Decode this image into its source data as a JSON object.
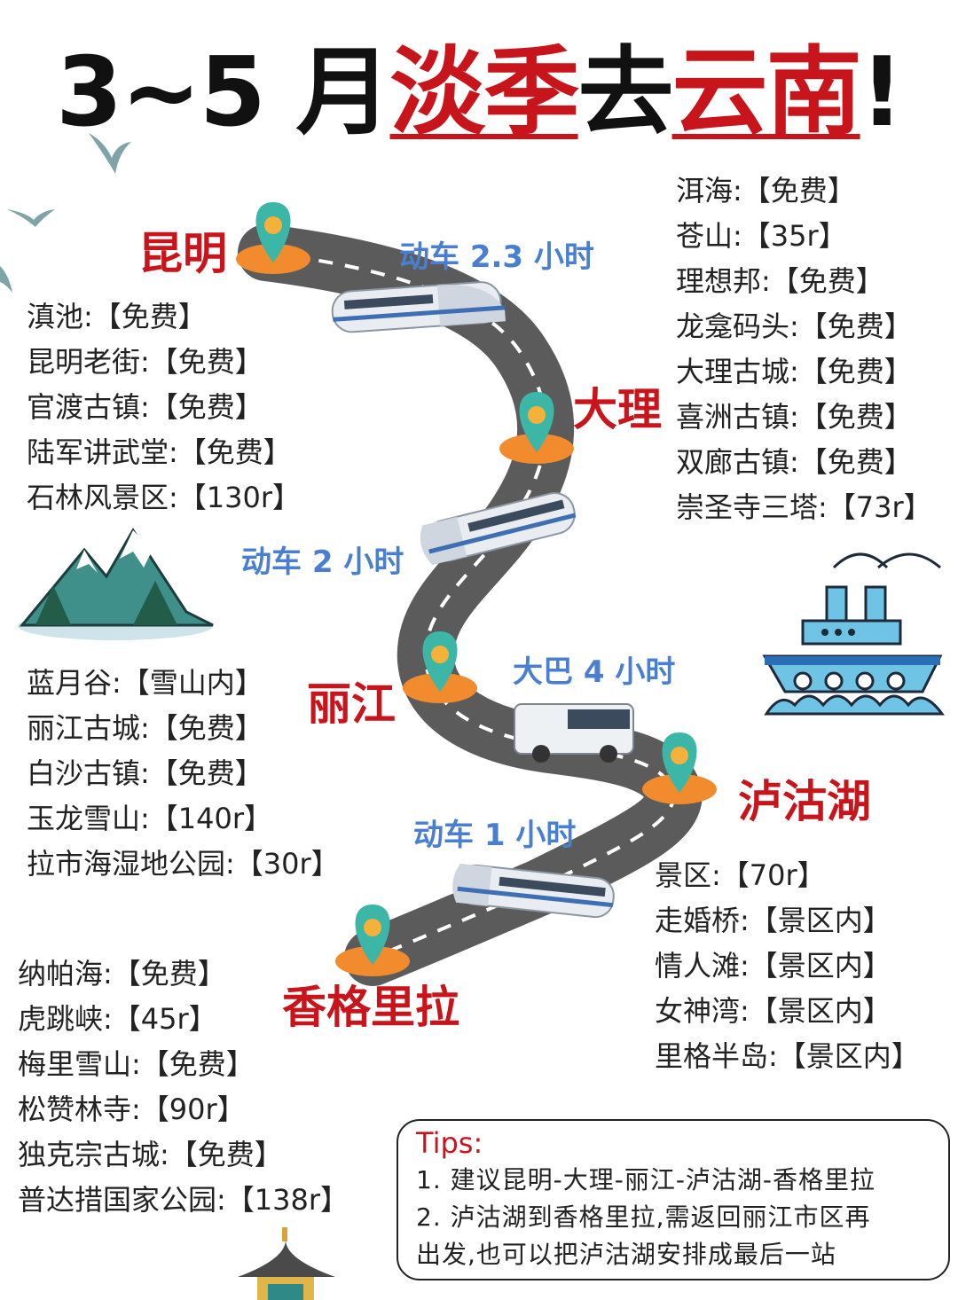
{
  "title": {
    "prefix": "3~5 月",
    "offseason": "淡季",
    "go": "去",
    "yunnan": "云南",
    "suffix": "!"
  },
  "colors": {
    "accent_red": "#c8141b",
    "transport_blue": "#4a7fd0",
    "road": "#5a5a5a",
    "pin_teal": "#3cb6a6",
    "pin_orange": "#f28a2e"
  },
  "cities": {
    "kunming": "昆明",
    "dali": "大理",
    "lijiang": "丽江",
    "lugu": "泸沽湖",
    "shangri": "香格里拉"
  },
  "transports": {
    "km_dali": "动车 2.3 小时",
    "dali_lj": "动车 2 小时",
    "lj_lugu": "大巴 4 小时",
    "lugu_sg": "动车 1 小时"
  },
  "lists": {
    "kunming": [
      "滇池:【免费】",
      "昆明老街:【免费】",
      "官渡古镇:【免费】",
      "陆军讲武堂:【免费】",
      "石林风景区:【130r】"
    ],
    "dali": [
      "洱海:【免费】",
      "苍山:【35r】",
      "理想邦:【免费】",
      "龙龛码头:【免费】",
      "大理古城:【免费】",
      "喜洲古镇:【免费】",
      "双廊古镇:【免费】",
      "崇圣寺三塔:【73r】"
    ],
    "lijiang": [
      "蓝月谷:【雪山内】",
      "丽江古城:【免费】",
      "白沙古镇:【免费】",
      "玉龙雪山:【140r】",
      "拉市海湿地公园:【30r】"
    ],
    "lugu": [
      "景区:【70r】",
      "走婚桥:【景区内】",
      "情人滩:【景区内】",
      "女神湾:【景区内】",
      "里格半岛:【景区内】"
    ],
    "shangri": [
      "纳帕海:【免费】",
      "虎跳峡:【45r】",
      "梅里雪山:【免费】",
      "松赞林寺:【90r】",
      "独克宗古城:【免费】",
      "普达措国家公园:【138r】"
    ]
  },
  "tips": {
    "title": "Tips:",
    "line1": "1. 建议昆明-大理-丽江-泸沽湖-香格里拉",
    "line2": "2. 泸沽湖到香格里拉,需返回丽江市区再",
    "line3": "出发,也可以把泸沽湖安排成最后一站"
  }
}
